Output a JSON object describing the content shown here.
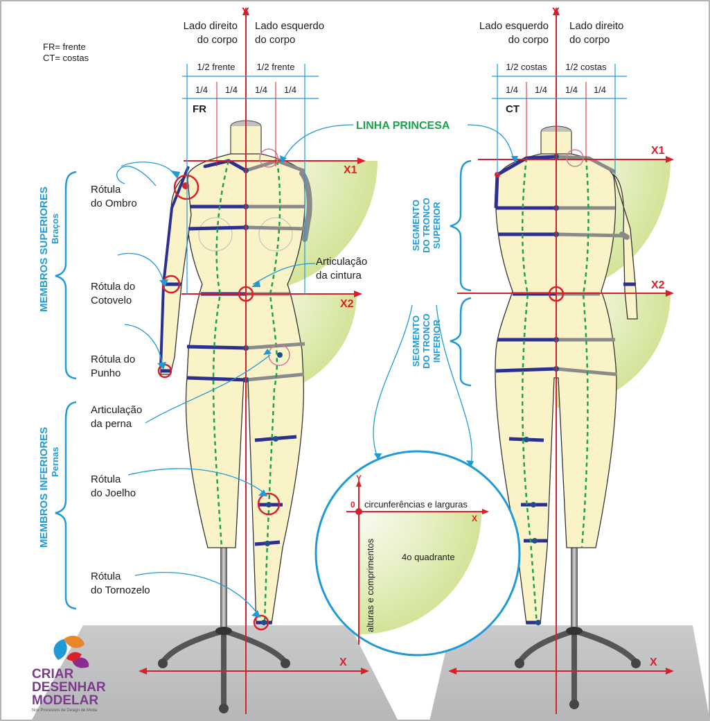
{
  "legend": {
    "fr": "FR= frente",
    "ct": "CT= costas"
  },
  "front": {
    "side_right": [
      "Lado direito",
      "do corpo"
    ],
    "side_left": [
      "Lado esquerdo",
      "do corpo"
    ],
    "half": [
      "1/2 frente",
      "1/2 frente"
    ],
    "quarters": [
      "1/4",
      "1/4",
      "1/4",
      "1/4"
    ],
    "code": "FR"
  },
  "back": {
    "side_left": [
      "Lado esquerdo",
      "do corpo"
    ],
    "side_right": [
      "Lado direito",
      "do corpo"
    ],
    "half": [
      "1/2 costas",
      "1/2 costas"
    ],
    "quarters": [
      "1/4",
      "1/4",
      "1/4",
      "1/4"
    ],
    "code": "CT"
  },
  "axes": {
    "y": "Y",
    "x": "X",
    "x1": "X1",
    "x2": "X2",
    "origin": "0"
  },
  "princess_line": "LINHA PRINCESA",
  "joints": {
    "shoulder": [
      "Rótula",
      "do Ombro"
    ],
    "elbow": [
      "Rótula do",
      "Cotovelo"
    ],
    "wrist": [
      "Rótula do",
      "Punho"
    ],
    "leg": [
      "Articulação",
      "da perna"
    ],
    "knee": [
      "Rótula",
      "do Joelho"
    ],
    "ankle": [
      "Rótula",
      "do Tornozelo"
    ],
    "waist": [
      "Articulação",
      "da cintura"
    ]
  },
  "groups": {
    "upper": {
      "title": "MEMBROS SUPERIORES",
      "sub": "Braços"
    },
    "lower": {
      "title": "MEMBROS INFERIORES",
      "sub": "Pernas"
    },
    "upper_trunk": [
      "SEGMENTO",
      "DO TRONCO",
      "SUPERIOR"
    ],
    "lower_trunk": [
      "SEGMENTO",
      "DO TRONCO",
      "INFERIOR"
    ]
  },
  "inset": {
    "top_label": "circunferências e larguras",
    "side_label": "alturas e comprimentos",
    "quadrant": "4o quadrante"
  },
  "logo": {
    "l1": "CRIAR",
    "l2": "DESENHAR",
    "l3": "MODELAR",
    "tag": "Nos Processos de Design de Moda"
  },
  "colors": {
    "axis": "#d9202a",
    "band": "#2b2f8f",
    "princess": "#1aa34a",
    "label_blue": "#1f9ad6",
    "body": "#fbf3c8"
  }
}
